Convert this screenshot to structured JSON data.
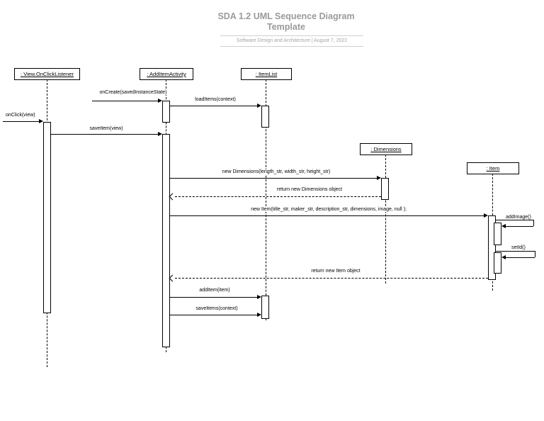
{
  "header": {
    "title_line1": "SDA 1.2 UML Sequence Diagram",
    "title_line2": "Template",
    "subtitle": "Software Design and Architecture  |  August 7, 2022"
  },
  "lifelines": {
    "listener": ": View.OnClickListener",
    "activity": ": AddItemActivity",
    "itemlist": ": ItemList",
    "dimensions": ": Dimensions",
    "item": ": Item"
  },
  "messages": {
    "oncreate": "onCreate(savedInstanceState)",
    "loaditems": "loadItems(context)",
    "onclick": "onClick(view)",
    "saveitem": "saveItem(view)",
    "new_dimensions": "new Dimensions(length_str, width_str, height_str)",
    "return_dimensions": "return new Dimensions object",
    "new_item": "new Item(title_str, maker_str, description_str, dimensions, image, null );",
    "addimage": "addImage()",
    "setid": "setId()",
    "return_item": "return new Item object",
    "additem": "addItem(item)",
    "saveitems": "saveItems(context)"
  }
}
